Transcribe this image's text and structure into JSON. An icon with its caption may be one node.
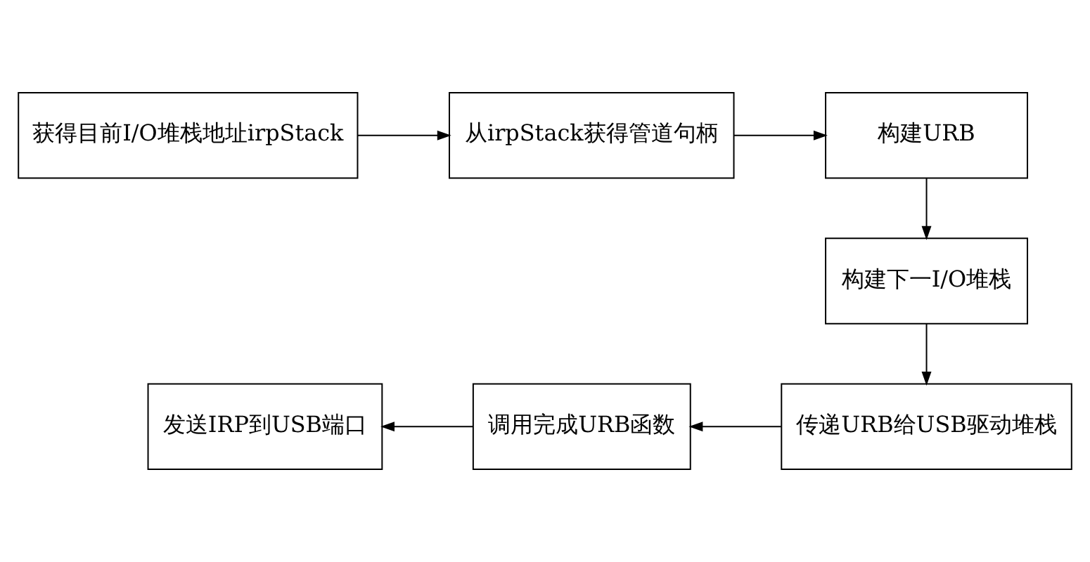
{
  "diagram": {
    "nodes": [
      {
        "text": [
          "获得目前I/O堆栈地址irpStack"
        ]
      },
      {
        "text": [
          "从irpStack获得管道句柄"
        ]
      },
      {
        "text": [
          "构建URB"
        ]
      },
      {
        "text": [
          "构建下一I/O堆栈"
        ]
      },
      {
        "text": [
          "传递URB给USB驱动堆栈"
        ]
      },
      {
        "text": [
          "调用完成URB函数"
        ]
      },
      {
        "text": [
          "发送IRP到USB端口"
        ]
      }
    ],
    "edges": [
      {
        "from": 0,
        "to": 1,
        "arrow": "to"
      },
      {
        "from": 1,
        "to": 2,
        "arrow": "to"
      },
      {
        "from": 2,
        "to": 3,
        "arrow": "to"
      },
      {
        "from": 3,
        "to": 4,
        "arrow": "to"
      },
      {
        "from": 4,
        "to": 5,
        "arrow": "to"
      },
      {
        "from": 5,
        "to": 6,
        "arrow": "to"
      }
    ]
  }
}
